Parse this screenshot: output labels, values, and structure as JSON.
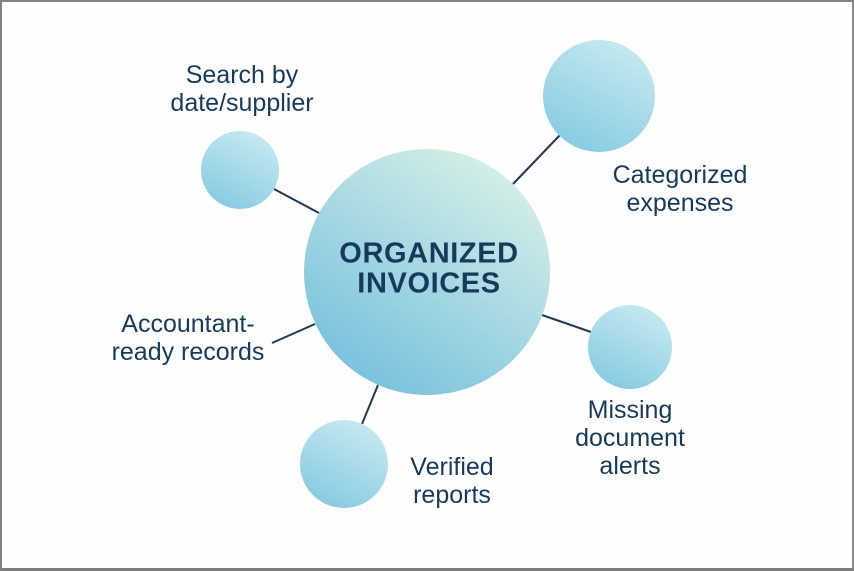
{
  "central": {
    "label": "ORGANIZED\nINVOICES"
  },
  "satellites": [
    {
      "id": "search-by-date-supplier",
      "label": "Search by\ndate/supplier"
    },
    {
      "id": "categorized-expenses",
      "label": "Categorized\nexpenses"
    },
    {
      "id": "accountant-ready-records",
      "label": "Accountant-\nready records"
    },
    {
      "id": "verified-reports",
      "label": "Verified\nreports"
    },
    {
      "id": "missing-document-alerts",
      "label": "Missing\ndocument\nalerts"
    }
  ],
  "colors": {
    "label_text": "#163a5b",
    "connector_line": "#1e3a54",
    "central_gradient_start": "#d9f1e8",
    "central_gradient_end": "#6fbddd",
    "satellite_gradient_start": "#c6eaf1",
    "satellite_gradient_end": "#85c9e1",
    "background": "#fefefe",
    "frame_border": "#828282"
  }
}
